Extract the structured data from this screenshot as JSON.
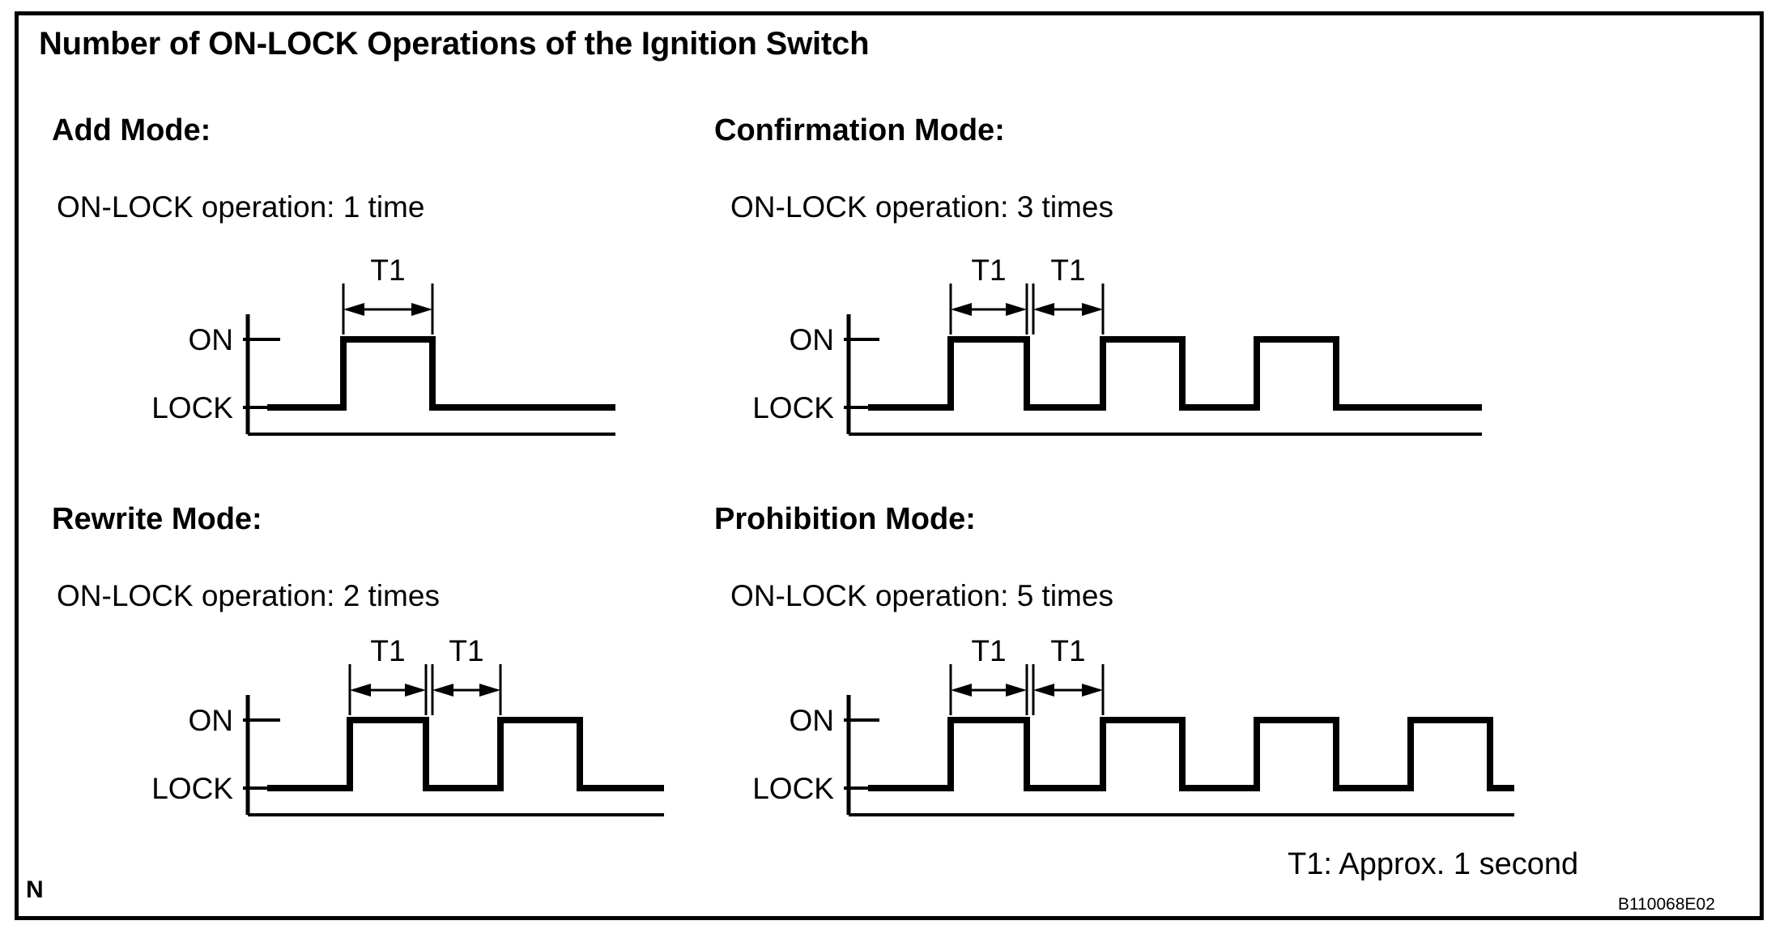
{
  "figure": {
    "title": "Number of ON-LOCK Operations of the Ignition Switch",
    "footnote": "T1: Approx. 1 second",
    "code": "B110068E02",
    "sheet_mark": "N"
  },
  "axis": {
    "high_label": "ON",
    "low_label": "LOCK"
  },
  "dimension": {
    "label": "T1"
  },
  "panels": [
    {
      "id": "add-mode",
      "title": "Add Mode:",
      "subtitle": "ON-LOCK operation: 1 time",
      "pulses": 1,
      "t1_markers": 1
    },
    {
      "id": "confirmation-mode",
      "title": "Confirmation Mode:",
      "subtitle": "ON-LOCK operation: 3 times",
      "pulses": 3,
      "t1_markers": 2
    },
    {
      "id": "rewrite-mode",
      "title": "Rewrite Mode:",
      "subtitle": "ON-LOCK operation: 2 times",
      "pulses": 2,
      "t1_markers": 2
    },
    {
      "id": "prohibition-mode",
      "title": "Prohibition Mode:",
      "subtitle": "ON-LOCK operation: 5 times",
      "pulses": 5,
      "t1_markers": 2
    }
  ],
  "chart_data": {
    "type": "line",
    "title": "Number of ON-LOCK Operations of the Ignition Switch",
    "xlabel": "",
    "ylabel": "",
    "ytick_labels": [
      "LOCK",
      "ON"
    ],
    "yvalues": [
      0,
      1
    ],
    "annotations": [
      "T1",
      "T1: Approx. 1 second"
    ],
    "grid": false,
    "legend": "none",
    "series": [
      {
        "name": "Add Mode",
        "pulse_count": 1,
        "states": [
          0,
          1,
          0
        ],
        "description": "ON-LOCK operation: 1 time"
      },
      {
        "name": "Confirmation Mode",
        "pulse_count": 3,
        "states": [
          0,
          1,
          0,
          1,
          0,
          1,
          0
        ],
        "description": "ON-LOCK operation: 3 times"
      },
      {
        "name": "Rewrite Mode",
        "pulse_count": 2,
        "states": [
          0,
          1,
          0,
          1,
          0
        ],
        "description": "ON-LOCK operation: 2 times"
      },
      {
        "name": "Prohibition Mode",
        "pulse_count": 5,
        "states": [
          0,
          1,
          0,
          1,
          0,
          1,
          0,
          1,
          0,
          1,
          0
        ],
        "description": "ON-LOCK operation: 5 times"
      }
    ]
  }
}
